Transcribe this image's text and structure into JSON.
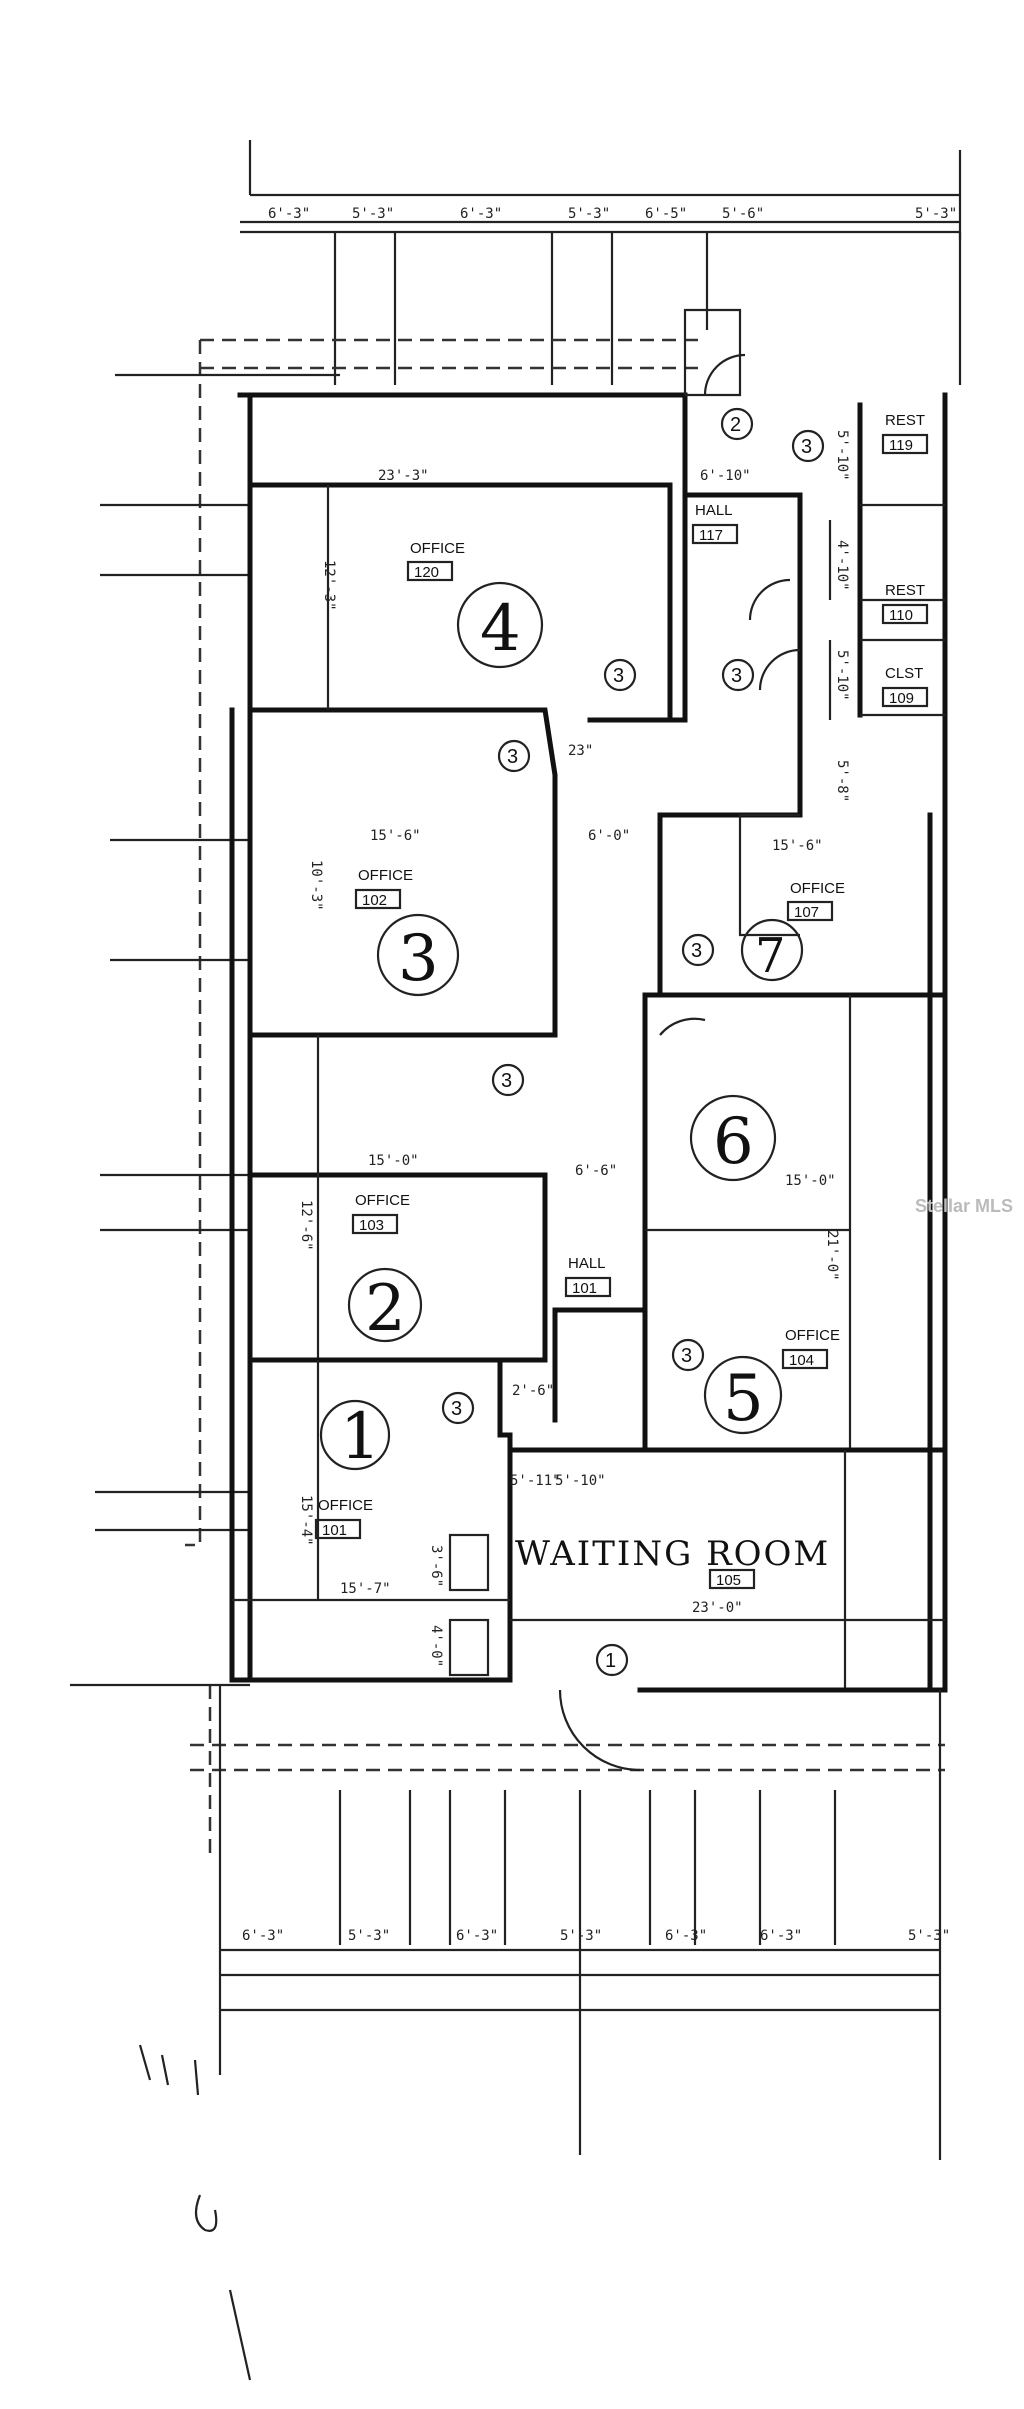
{
  "dimensions": {
    "top_row": [
      "6'-3\"",
      "5'-3\"",
      "6'-3\"",
      "5'-3\"",
      "6'-5\"",
      "5'-6\"",
      "5'-3\""
    ],
    "bottom_row": [
      "6'-3\"",
      "5'-3\"",
      "6'-3\"",
      "5'-3\"",
      "6'-3\"",
      "6'-3\"",
      "5'-3\""
    ],
    "office4_width": "23'-3\"",
    "office4_height": "12'-3\"",
    "office3_width": "15'-6\"",
    "office3_height": "10'-3\"",
    "hall_width_a": "6'-0\"",
    "office7_width": "15'-6\"",
    "office2_width": "15'-0\"",
    "office2_height": "12'-6\"",
    "hall_width_b": "6'-6\"",
    "office6_width": "15'-0\"",
    "office6_height": "21'-0\"",
    "office1_height": "15'-4\"",
    "office1_width": "15'-7\"",
    "waiting_width": "23'-0\"",
    "corridor_a": "5'-11\"",
    "corridor_b": "5'-10\"",
    "short_a": "2'-6\"",
    "short_b": "3'-6\"",
    "small_a": "4'-0\"",
    "hall_top": "6'-10\"",
    "right_a": "5'-10\"",
    "right_b": "4'-10\"",
    "right_c": "5'-10\"",
    "right_d": "5'-8\"",
    "stub": "23\""
  },
  "rooms": {
    "office4": {
      "label": "OFFICE",
      "number": "120",
      "mark": "4"
    },
    "office3": {
      "label": "OFFICE",
      "number": "102",
      "mark": "3"
    },
    "office2": {
      "label": "OFFICE",
      "number": "103",
      "mark": "2"
    },
    "office1": {
      "label": "OFFICE",
      "number": "101",
      "mark": "1"
    },
    "office6": {
      "label": "",
      "number": "",
      "mark": "6"
    },
    "office5": {
      "label": "OFFICE",
      "number": "104",
      "mark": "5"
    },
    "office7": {
      "label": "OFFICE",
      "number": "107",
      "mark": "7"
    },
    "hall_main": {
      "label": "HALL",
      "number": "101"
    },
    "hall_top": {
      "label": "HALL",
      "number": "117"
    },
    "waiting": {
      "label": "WAITING ROOM",
      "number": "105"
    },
    "rest1": {
      "label": "REST",
      "number": "119"
    },
    "rest2": {
      "label": "REST",
      "number": "110"
    },
    "closet": {
      "label": "CLST",
      "number": "109"
    }
  },
  "door_tags": {
    "t1": "1",
    "t2": "2",
    "t3": "3"
  },
  "watermark": "Stellar MLS",
  "scribble": "\\ 1\n \\\n  6"
}
